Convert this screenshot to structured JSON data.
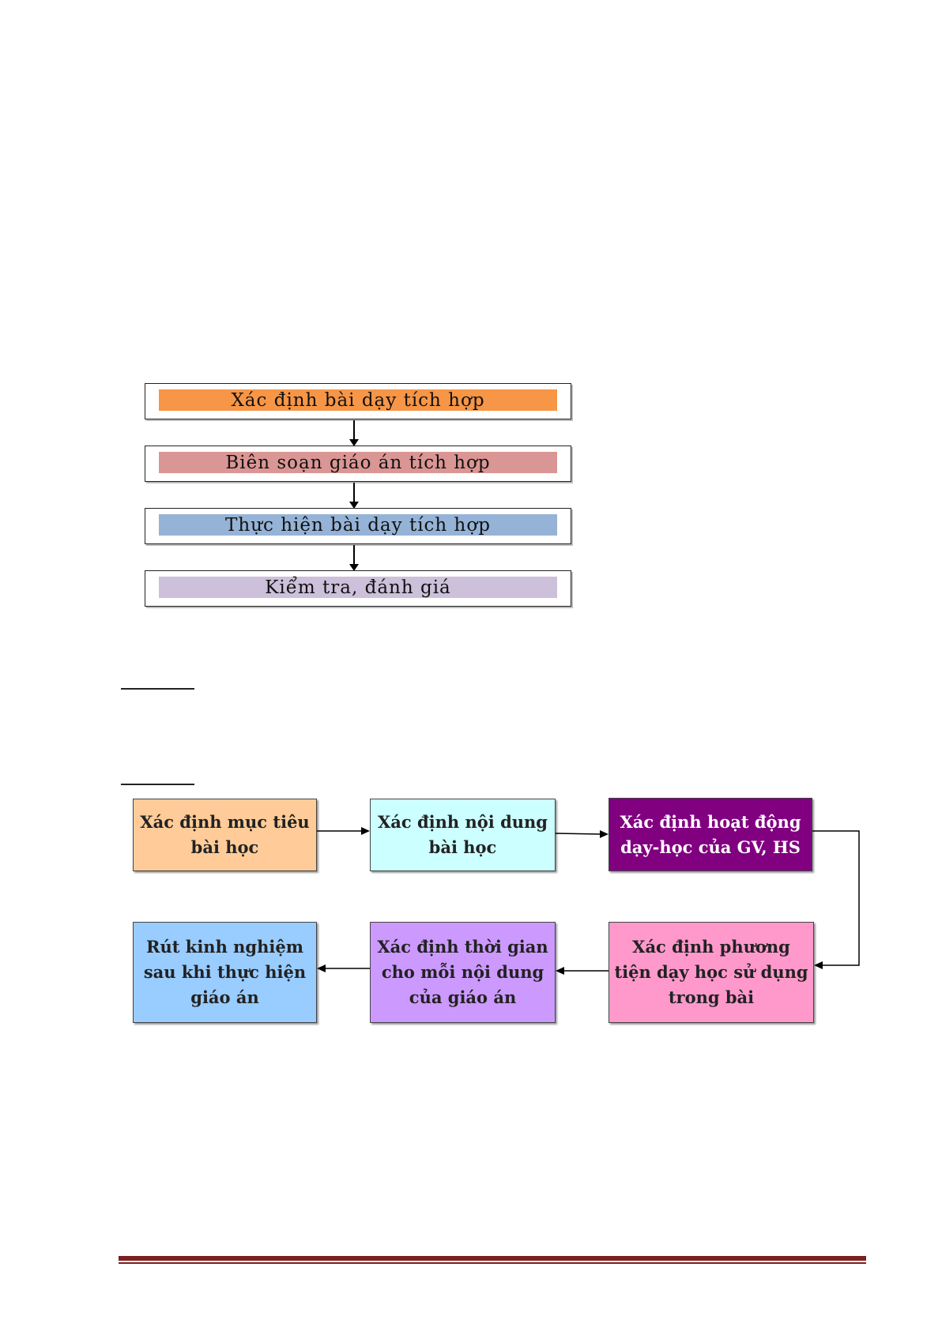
{
  "flow1": {
    "steps": [
      {
        "label": "Xác định bài dạy tích hợp",
        "color": "#F79646"
      },
      {
        "label": "Biên soạn giáo án tích hợp",
        "color": "#DA9694"
      },
      {
        "label": "Thực hiện bài dạy tích hợp",
        "color": "#95B3D7"
      },
      {
        "label": "Kiểm tra, đánh giá",
        "color": "#CCC0DA"
      }
    ]
  },
  "flow2": {
    "boxes": [
      {
        "label": "Xác định mục tiêu bài học",
        "color": "#FFCC99"
      },
      {
        "label": "Xác định nội dung bài học",
        "color": "#CCFFFF"
      },
      {
        "label": "Xác định hoạt động dạy-học của GV, HS",
        "color": "#800080"
      },
      {
        "label": "Xác định phương tiện dạy học sử dụng trong bài",
        "color": "#FF99CC"
      },
      {
        "label": "Xác định thời gian cho mỗi nội dung của giáo án",
        "color": "#CC99FF"
      },
      {
        "label": "Rút kinh nghiệm sau khi thực hiện giáo án",
        "color": "#99CCFF"
      }
    ]
  },
  "footer": {
    "rule_color": "#7B1F1F"
  }
}
